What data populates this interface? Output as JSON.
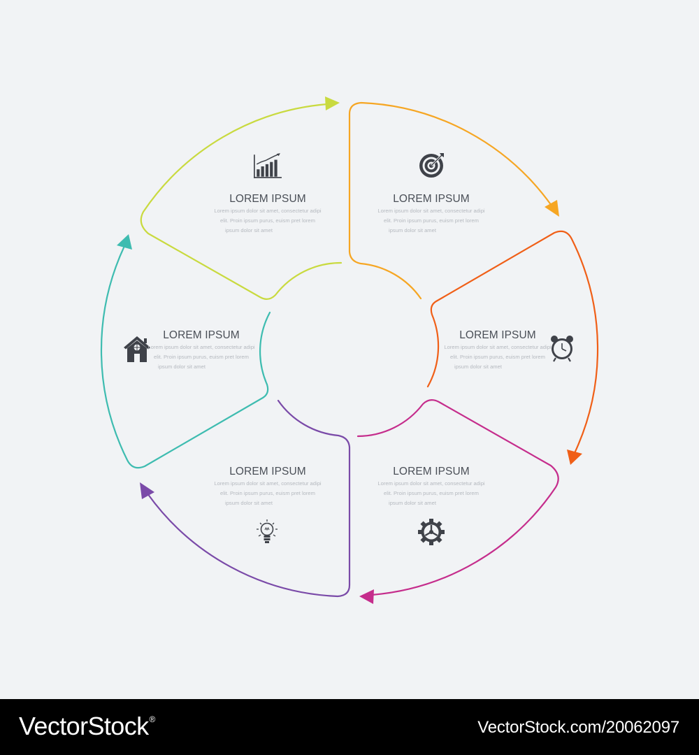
{
  "colors": {
    "background": "#f1f3f5",
    "title": "#4a4f57",
    "body": "#b5b9bf",
    "icon": "#3f4249",
    "segments": [
      "#c9da3f",
      "#f6a623",
      "#f05f17",
      "#c52d8c",
      "#7a4aa8",
      "#3ebcb0"
    ]
  },
  "segments": [
    {
      "id": "chart",
      "title": "LOREM IPSUM",
      "icon": "bar-chart-icon",
      "body": [
        "Lorem ipsum dolor sit amet, consectetur adipi",
        "elit. Proin ipsum purus, euism pret lorem",
        "ipsum dolor sit amet"
      ]
    },
    {
      "id": "target",
      "title": "LOREM IPSUM",
      "icon": "target-icon",
      "body": [
        "Lorem ipsum dolor sit amet, consectetur adipi",
        "elit. Proin ipsum purus, euism pret lorem",
        "ipsum dolor sit amet"
      ]
    },
    {
      "id": "clock",
      "title": "LOREM IPSUM",
      "icon": "alarm-clock-icon",
      "body": [
        "Lorem ipsum dolor sit amet, consectetur adipi",
        "elit. Proin ipsum purus, euism pret lorem",
        "ipsum dolor sit amet"
      ]
    },
    {
      "id": "gear",
      "title": "LOREM IPSUM",
      "icon": "gear-icon",
      "body": [
        "Lorem ipsum dolor sit amet, consectetur adipi",
        "elit. Proin ipsum purus, euism pret lorem",
        "ipsum dolor sit amet"
      ]
    },
    {
      "id": "bulb",
      "title": "LOREM IPSUM",
      "icon": "light-bulb-icon",
      "body": [
        "Lorem ipsum dolor sit amet, consectetur adipi",
        "elit. Proin ipsum purus, euism pret lorem",
        "ipsum dolor sit amet"
      ]
    },
    {
      "id": "home",
      "title": "LOREM IPSUM",
      "icon": "home-icon",
      "body": [
        "Lorem ipsum dolor sit amet, consectetur adipi",
        "elit. Proin ipsum purus, euism pret lorem",
        "ipsum dolor sit amet"
      ]
    }
  ],
  "footer": {
    "brand": "VectorStock",
    "brand_mark": "®",
    "credit": "VectorStock.com/20062097"
  }
}
